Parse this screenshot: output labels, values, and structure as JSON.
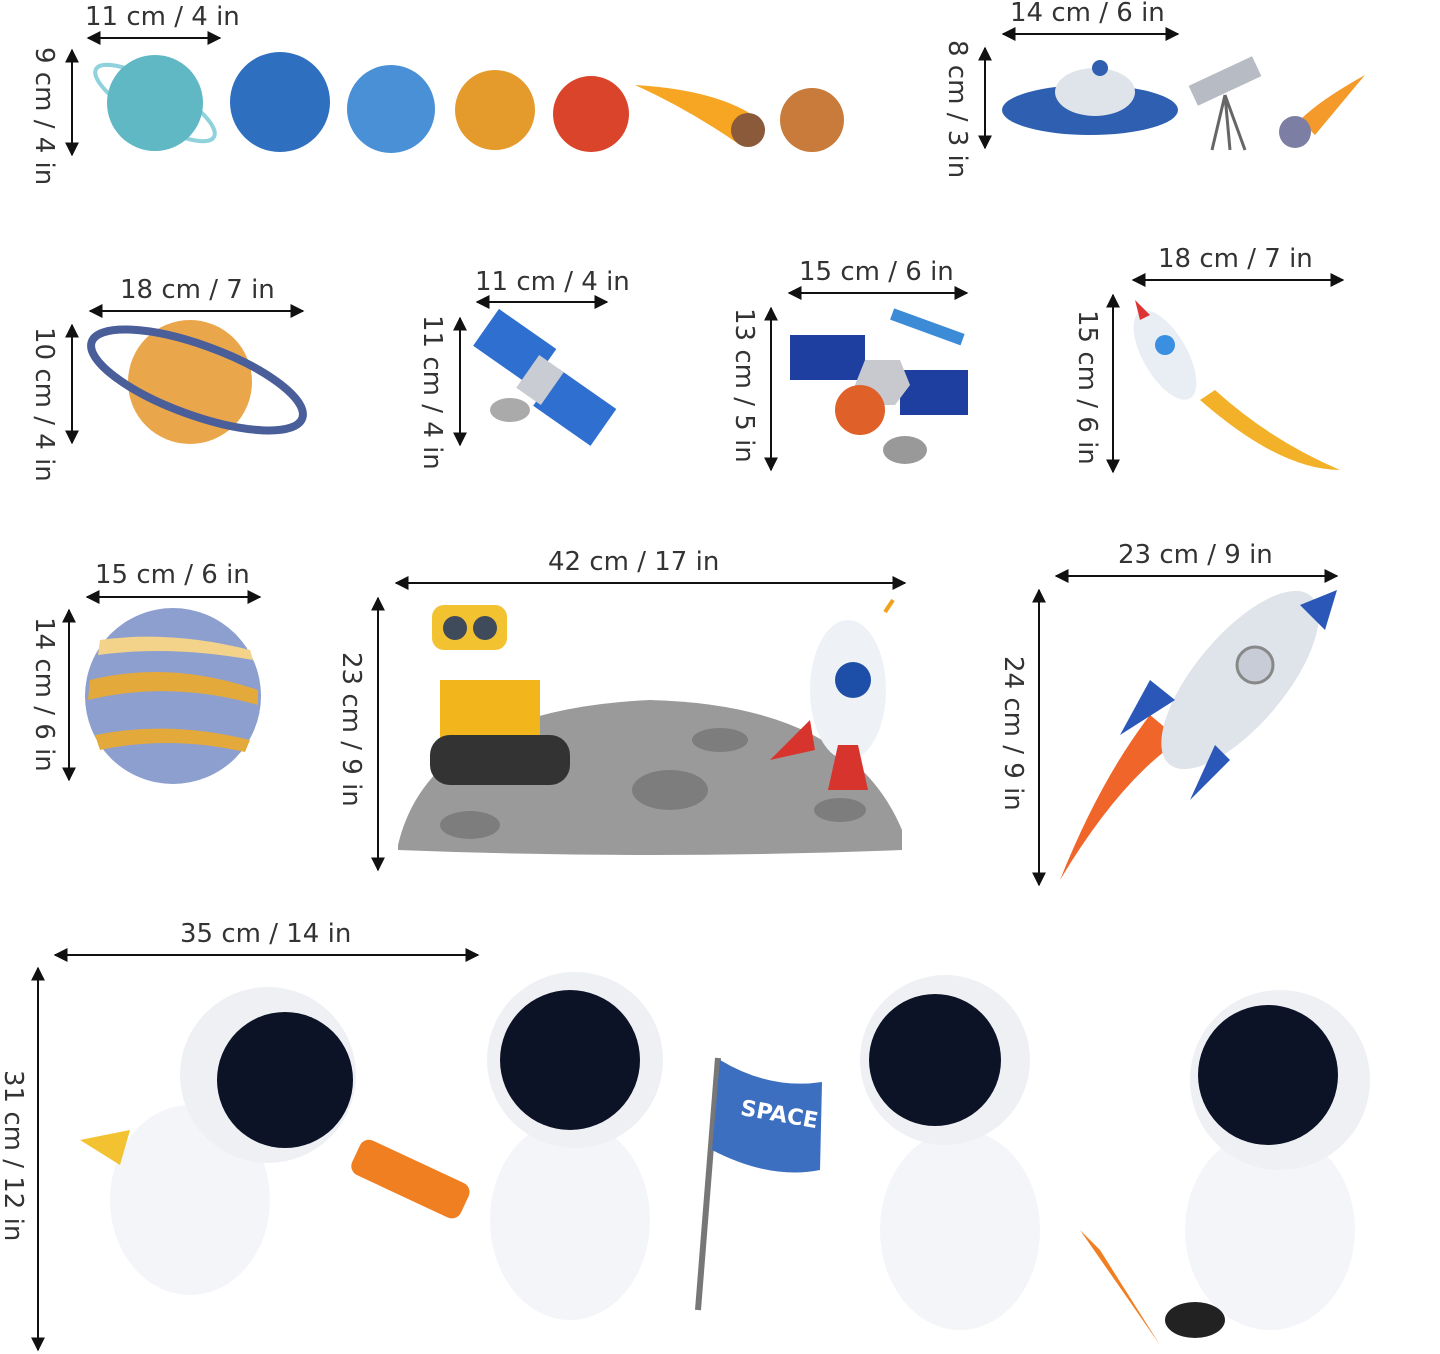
{
  "dimensions": {
    "planets_row": {
      "width": "11 cm / 4 in",
      "height": "9 cm / 4 in"
    },
    "ufo_set": {
      "width": "14 cm / 6 in",
      "height": "8 cm / 3 in"
    },
    "saturn": {
      "width": "18 cm / 7 in",
      "height": "10 cm / 4 in"
    },
    "small_satellite": {
      "width": "11 cm / 4 in",
      "height": "11 cm / 4 in"
    },
    "large_satellite": {
      "width": "15 cm / 6 in",
      "height": "13 cm / 5 in"
    },
    "small_rocket": {
      "width": "18 cm / 7 in",
      "height": "15 cm / 6 in"
    },
    "jupiter": {
      "width": "15 cm / 6 in",
      "height": "14 cm / 6 in"
    },
    "moon_scene": {
      "width": "42 cm / 17 in",
      "height": "23 cm / 9 in"
    },
    "big_rocket": {
      "width": "23 cm / 9 in",
      "height": "24 cm / 9 in"
    },
    "astronauts": {
      "width": "35 cm / 14 in",
      "height": "31 cm / 12 in"
    }
  },
  "flag_text": "SPACE",
  "colors": {
    "text": "#333333",
    "arrow": "#111111",
    "blue": "#3b6fb6",
    "orange": "#f08a24",
    "gray": "#8f8f8f"
  }
}
